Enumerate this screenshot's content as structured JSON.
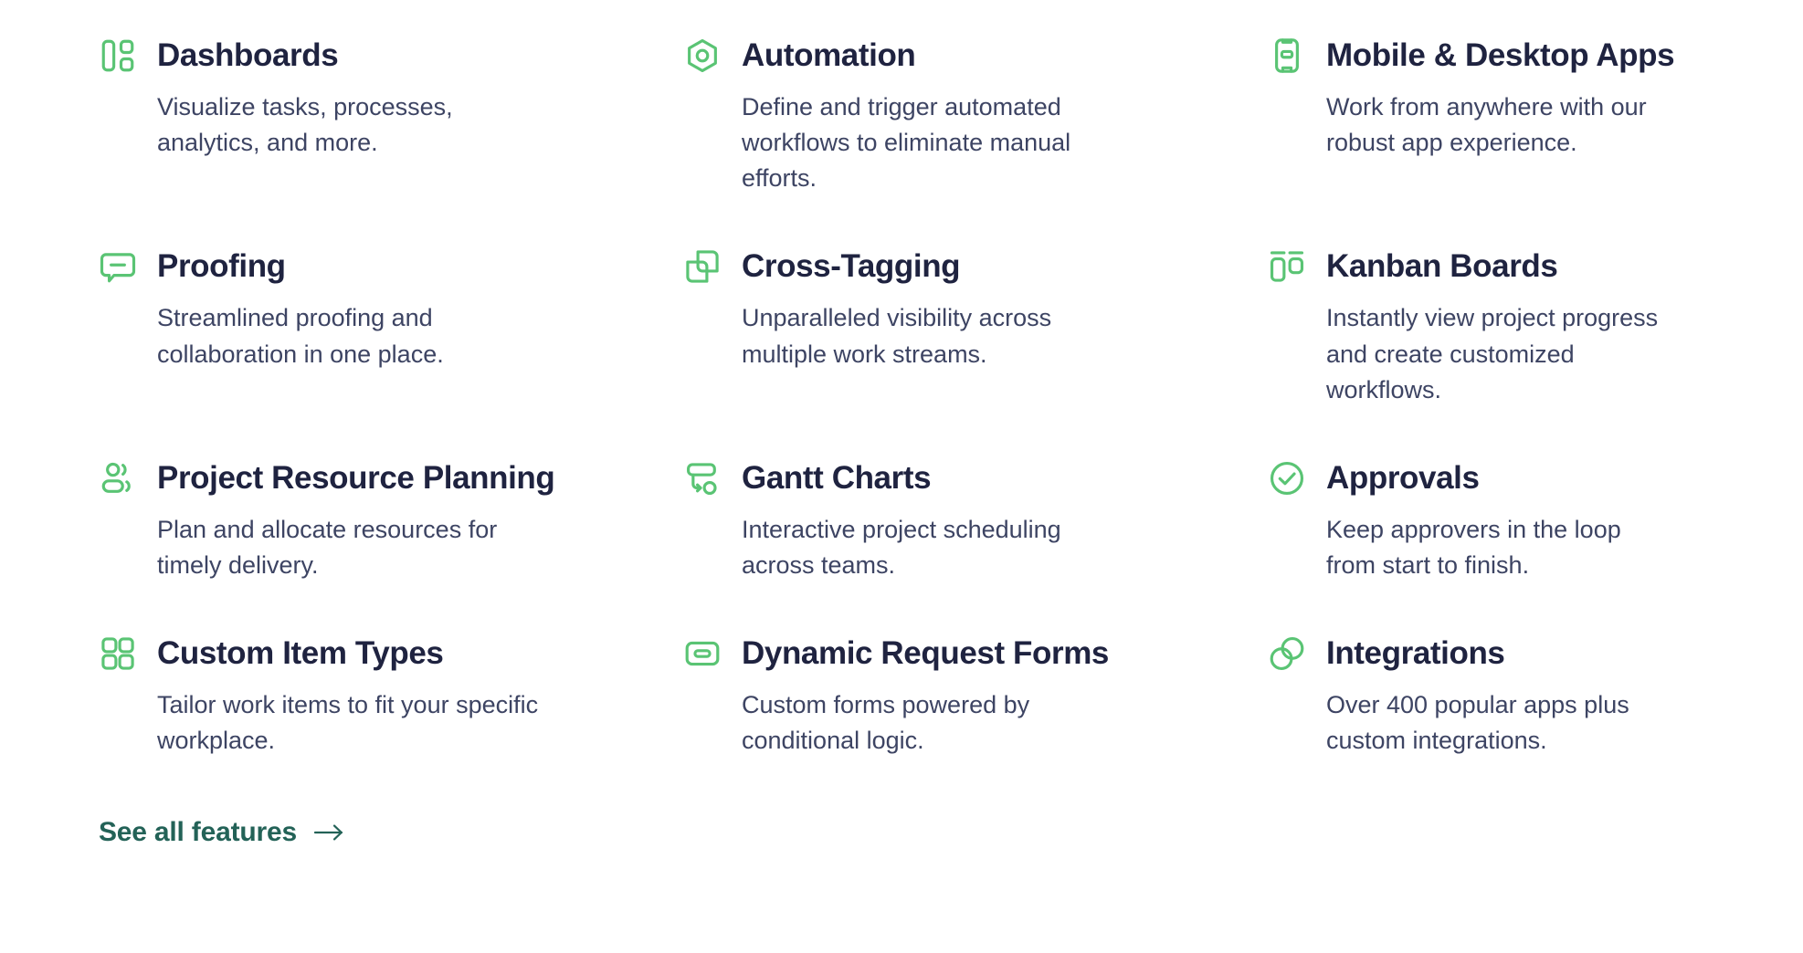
{
  "section": {
    "name": "features-overview",
    "accent_icon_color": "#5ac474",
    "title_color": "#1f2340",
    "description_color": "#3d4463",
    "link_color": "#236257",
    "background_color": "#ffffff"
  },
  "features": [
    {
      "icon": "dashboards-icon",
      "title": "Dashboards",
      "description": "Visualize tasks, processes, analytics, and more."
    },
    {
      "icon": "automation-icon",
      "title": "Automation",
      "description": "Define and trigger automated workflows to eliminate manual efforts."
    },
    {
      "icon": "mobile-desktop-apps-icon",
      "title": "Mobile & Desktop Apps",
      "description": "Work from anywhere with our robust app experience."
    },
    {
      "icon": "proofing-icon",
      "title": "Proofing",
      "description": "Streamlined proofing and collaboration in one place."
    },
    {
      "icon": "cross-tagging-icon",
      "title": "Cross-Tagging",
      "description": "Unparalleled visibility across multiple work streams."
    },
    {
      "icon": "kanban-boards-icon",
      "title": "Kanban Boards",
      "description": "Instantly view project progress and create customized workflows."
    },
    {
      "icon": "project-resource-planning-icon",
      "title": "Project Resource Planning",
      "description": "Plan and allocate resources for timely delivery."
    },
    {
      "icon": "gantt-charts-icon",
      "title": "Gantt Charts",
      "description": "Interactive project scheduling across teams."
    },
    {
      "icon": "approvals-icon",
      "title": "Approvals",
      "description": "Keep approvers in the loop from start to finish."
    },
    {
      "icon": "custom-item-types-icon",
      "title": "Custom Item Types",
      "description": "Tailor work items to fit your specific workplace."
    },
    {
      "icon": "dynamic-request-forms-icon",
      "title": "Dynamic Request Forms",
      "description": "Custom forms powered by conditional logic."
    },
    {
      "icon": "integrations-icon",
      "title": "Integrations",
      "description": "Over 400 popular apps plus custom integrations."
    }
  ],
  "see_all": {
    "label": "See all features",
    "arrow_icon": "arrow-right-icon"
  }
}
